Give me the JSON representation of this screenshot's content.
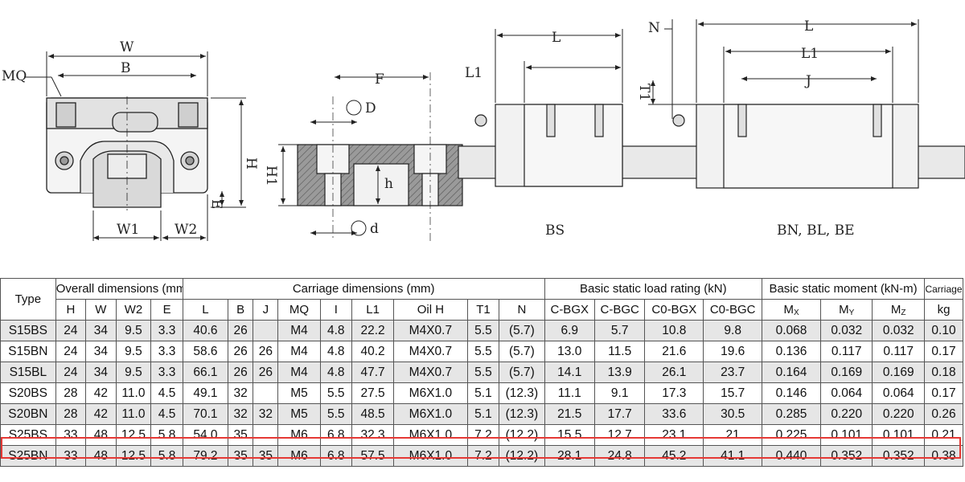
{
  "drawing": {
    "labels": {
      "W": "W",
      "B": "B",
      "MQ": "MQ",
      "H": "H",
      "E": "E",
      "W1": "W1",
      "W2": "W2",
      "F": "F",
      "D": "D",
      "d": "d",
      "H1": "H1",
      "h": "h",
      "L_left": "L",
      "L1_left": "L1",
      "T1": "T1",
      "N": "N",
      "L_right": "L",
      "L1_right": "L1",
      "J": "J"
    },
    "view_bs": "BS",
    "view_bn": "BN, BL, BE"
  },
  "table": {
    "header_groups": {
      "type": "Type",
      "overall": "Overall dimensions (mm)",
      "carriage": "Carriage dimensions (mm)",
      "load": "Basic static load rating (kN)",
      "moment": "Basic static moment (kN-m)",
      "carriage_weight": "Carriage"
    },
    "sub_headers": {
      "overall": [
        "H",
        "W",
        "W2",
        "E"
      ],
      "carriage": [
        "L",
        "B",
        "J",
        "MQ",
        "I",
        "L1",
        "Oil H",
        "T1",
        "N"
      ],
      "load": [
        "C-BGX",
        "C-BGC",
        "C0-BGX",
        "C0-BGC"
      ],
      "moment": [
        "M",
        "M",
        "M"
      ],
      "moment_subs": [
        "X",
        "Y",
        "Z"
      ],
      "weight": "kg"
    },
    "rows": [
      [
        "S15BS",
        "24",
        "34",
        "9.5",
        "3.3",
        "40.6",
        "26",
        "",
        "M4",
        "4.8",
        "22.2",
        "M4X0.7",
        "5.5",
        "(5.7)",
        "6.9",
        "5.7",
        "10.8",
        "9.8",
        "0.068",
        "0.032",
        "0.032",
        "0.10"
      ],
      [
        "S15BN",
        "24",
        "34",
        "9.5",
        "3.3",
        "58.6",
        "26",
        "26",
        "M4",
        "4.8",
        "40.2",
        "M4X0.7",
        "5.5",
        "(5.7)",
        "13.0",
        "11.5",
        "21.6",
        "19.6",
        "0.136",
        "0.117",
        "0.117",
        "0.17"
      ],
      [
        "S15BL",
        "24",
        "34",
        "9.5",
        "3.3",
        "66.1",
        "26",
        "26",
        "M4",
        "4.8",
        "47.7",
        "M4X0.7",
        "5.5",
        "(5.7)",
        "14.1",
        "13.9",
        "26.1",
        "23.7",
        "0.164",
        "0.169",
        "0.169",
        "0.18"
      ],
      [
        "S20BS",
        "28",
        "42",
        "11.0",
        "4.5",
        "49.1",
        "32",
        "",
        "M5",
        "5.5",
        "27.5",
        "M6X1.0",
        "5.1",
        "(12.3)",
        "11.1",
        "9.1",
        "17.3",
        "15.7",
        "0.146",
        "0.064",
        "0.064",
        "0.17"
      ],
      [
        "S20BN",
        "28",
        "42",
        "11.0",
        "4.5",
        "70.1",
        "32",
        "32",
        "M5",
        "5.5",
        "48.5",
        "M6X1.0",
        "5.1",
        "(12.3)",
        "21.5",
        "17.7",
        "33.6",
        "30.5",
        "0.285",
        "0.220",
        "0.220",
        "0.26"
      ],
      [
        "S25BS",
        "33",
        "48",
        "12.5",
        "5.8",
        "54.0",
        "35",
        "",
        "M6",
        "6.8",
        "32.3",
        "M6X1.0",
        "7.2",
        "(12.2)",
        "15.5",
        "12.7",
        "23.1",
        "21",
        "0.225",
        "0.101",
        "0.101",
        "0.21"
      ],
      [
        "S25BN",
        "33",
        "48",
        "12.5",
        "5.8",
        "79.2",
        "35",
        "35",
        "M6",
        "6.8",
        "57.5",
        "M6X1.0",
        "7.2",
        "(12.2)",
        "28.1",
        "24.8",
        "45.2",
        "41.1",
        "0.440",
        "0.352",
        "0.352",
        "0.38"
      ]
    ],
    "highlight_color": "#e53935"
  }
}
